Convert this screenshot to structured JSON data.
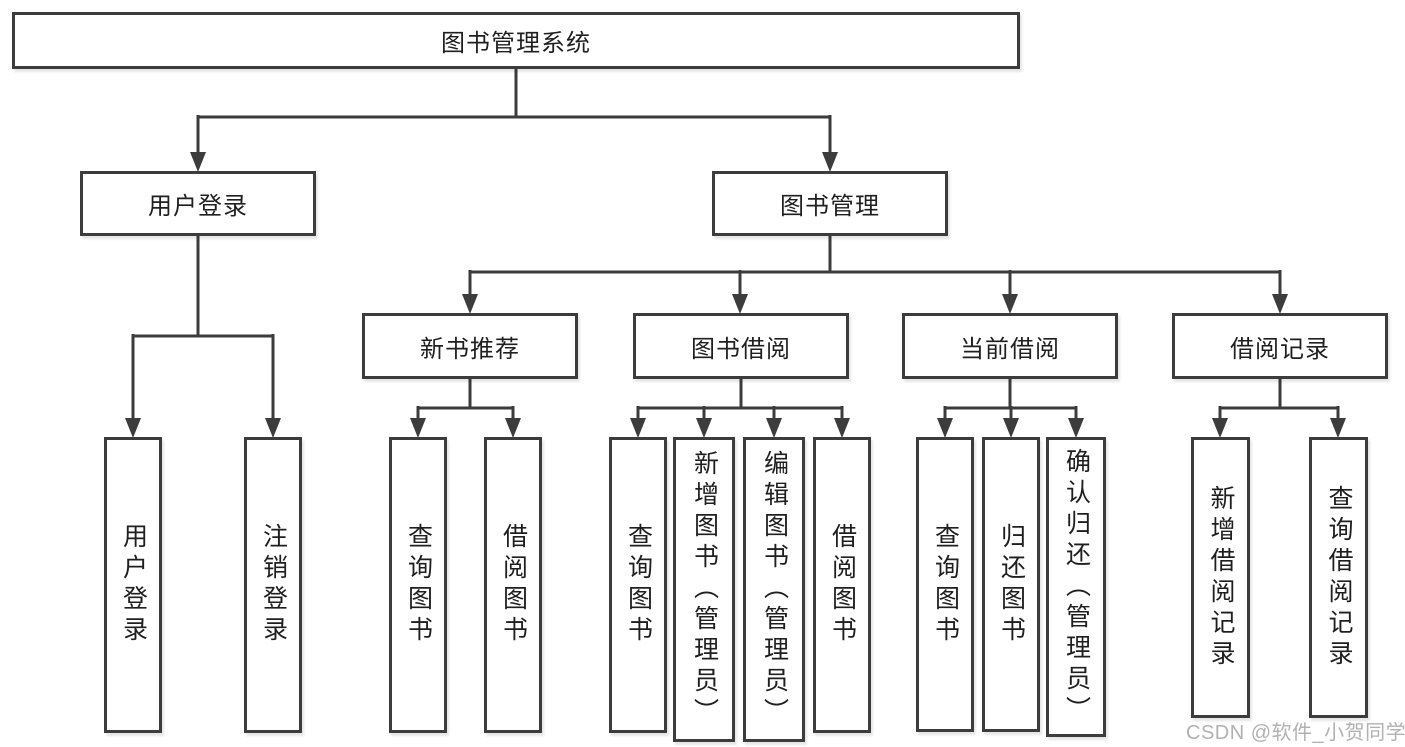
{
  "nodes": {
    "root": "图书管理系统",
    "user_login": "用户登录",
    "book_mgmt": "图书管理",
    "new_book_rec": "新书推荐",
    "book_borrow": "图书借阅",
    "current_borrow": "当前借阅",
    "borrow_record": "借阅记录",
    "ul_login": "用户登录",
    "ul_logout": "注销登录",
    "nb_query": "查询图书",
    "nb_borrow": "借阅图书",
    "bb_query": "查询图书",
    "bb_add": "新增图书（管理员）",
    "bb_edit": "编辑图书（管理员）",
    "bb_borrow": "借阅图书",
    "cb_query": "查询图书",
    "cb_return": "归还图书",
    "cb_confirm": "确认归还（管理员）",
    "br_add": "新增借阅记录",
    "br_query": "查询借阅记录"
  },
  "watermark": "CSDN @软件_小贺同学",
  "colors": {
    "line": "#3c3c3c",
    "text": "#1f1f1f",
    "watermark": "#9e9e9e",
    "background": "#ffffff"
  }
}
